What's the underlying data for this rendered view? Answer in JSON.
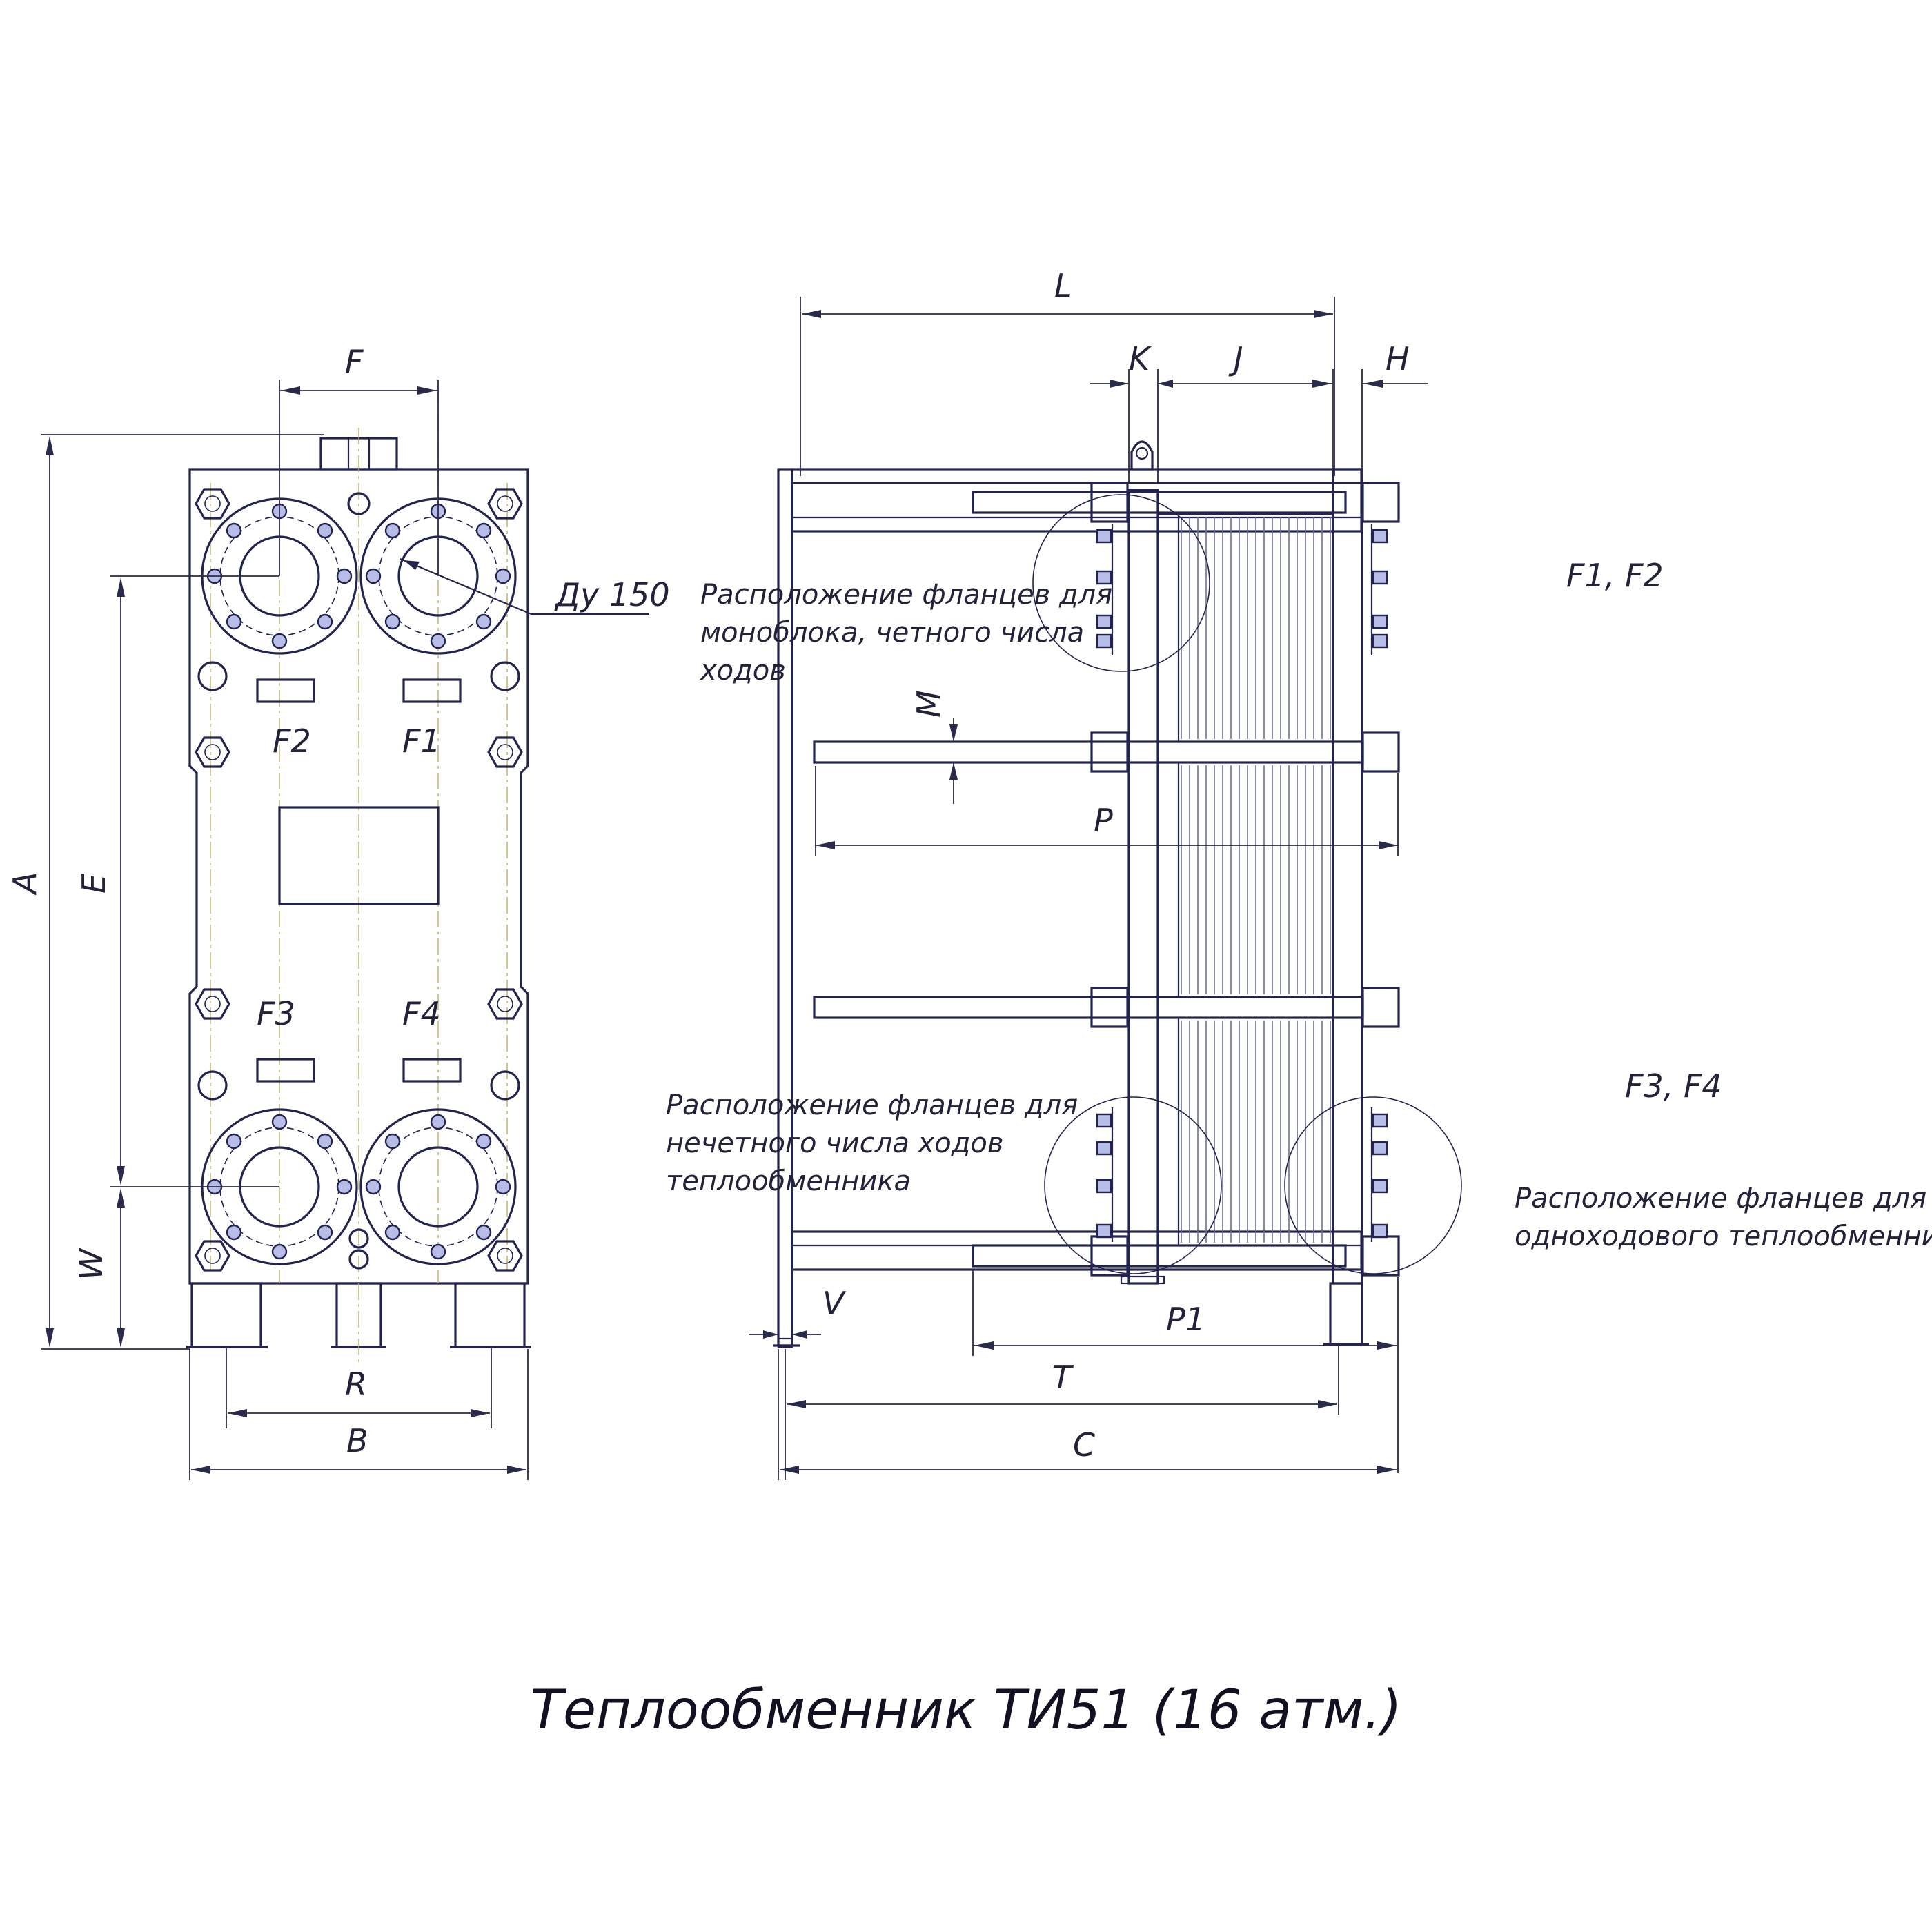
{
  "colors": {
    "line": "#23234f",
    "text": "#222238",
    "center_line": "#b9b06a",
    "bolt_fill": "#b8bde8"
  },
  "title": "Теплообменник ТИ51 (16 атм.)",
  "front_view": {
    "dims": {
      "A": "A",
      "E": "E",
      "W": "W",
      "F": "F",
      "R": "R",
      "B": "B"
    },
    "ports": {
      "f1": "F1",
      "f2": "F2",
      "f3": "F3",
      "f4": "F4"
    },
    "nozzle": "Ду 150"
  },
  "side_view": {
    "dims": {
      "L": "L",
      "K": "K",
      "J": "J",
      "H": "H",
      "M": "M",
      "P": "P",
      "P1": "P1",
      "V": "V",
      "T": "T",
      "C": "C"
    },
    "note_monoblock": [
      "Расположение фланцев для",
      "моноблока, четного числа",
      "ходов"
    ],
    "note_odd": [
      "Расположение фланцев для",
      "нечетного числа ходов",
      "теплообменника"
    ],
    "note_single": [
      "Расположение фланцев для",
      "одноходового теплообменника"
    ],
    "ports_top": "F1, F2",
    "ports_bottom": "F3, F4"
  }
}
